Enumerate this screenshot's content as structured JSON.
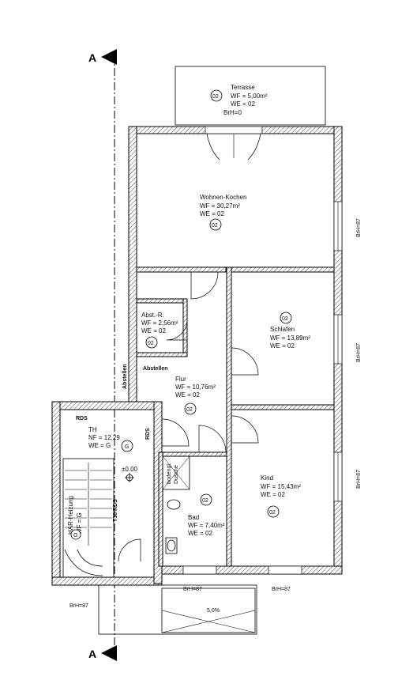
{
  "section_marker": "A",
  "rooms": [
    {
      "id": "terrasse",
      "name": "Terrasse",
      "wf": "WF = 5,00m²",
      "we": "WE = 02",
      "extra": "BrH=0",
      "badge": "02"
    },
    {
      "id": "wohnen",
      "name": "Wohnen-Kochen",
      "wf": "WF = 30,27m²",
      "we": "WE = 02",
      "badge": "02"
    },
    {
      "id": "abst",
      "name": "Abst.-R.",
      "wf": "WF = 2,56m²",
      "we": "WE = 02",
      "badge": "02"
    },
    {
      "id": "schlafen",
      "name": "Schlafen",
      "wf": "WF = 13,89m²",
      "we": "WE = 02",
      "badge": "02"
    },
    {
      "id": "flur",
      "name": "Flur",
      "wf": "WF = 10,76m²",
      "we": "WE = 02",
      "badge": "02"
    },
    {
      "id": "th",
      "name": "TH",
      "wf": "NF = 12,29",
      "we": "WE = G",
      "badge": "G"
    },
    {
      "id": "kind",
      "name": "Kind",
      "wf": "WF = 15,43m²",
      "we": "WE = 02",
      "badge": "02"
    },
    {
      "id": "bad",
      "name": "Bad",
      "wf": "WF = 7,40m²",
      "we": "WE = 02",
      "badge": "02"
    },
    {
      "id": "heizung",
      "name": "HAR-Heizung",
      "wf": "WF = G",
      "we": "",
      "badge": "G"
    }
  ],
  "labels": {
    "abstellen_h": "Abstellen",
    "abstellen_v": "Abstellen",
    "rds_top": "RDS",
    "rds_side": "RDS",
    "t30_rds": "T30 RDS",
    "level": "±0.00",
    "dusche_1": "bodengl.",
    "dusche_2": "Dusche",
    "brh_right_1": "BrH=87",
    "brh_right_2": "BrH=87",
    "brh_right_3": "BrH=87",
    "brh_bottom_1": "BrH=87",
    "brh_bottom_2": "BrH=87",
    "brh_left": "BrH=87",
    "slope": "5,0%"
  }
}
